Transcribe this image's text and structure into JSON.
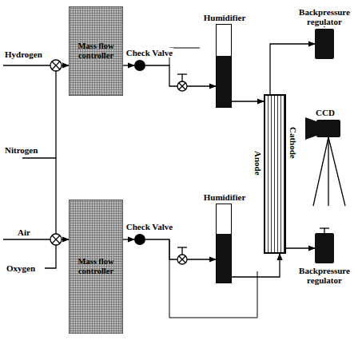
{
  "diagram": {
    "nodes": [
      {
        "text": [
          "Mass flow controller"
        ]
      },
      {
        "text": [
          "Check Valve"
        ]
      },
      {
        "text": [
          "Humidifier"
        ]
      },
      {
        "text": [
          "Backpressure regulator"
        ]
      },
      {
        "text": [
          "Anode",
          "Cathode"
        ]
      },
      {
        "text": [
          "CCD"
        ]
      },
      {
        "text": [
          "Mass flow controller"
        ]
      },
      {
        "text": [
          "Check Valve"
        ]
      },
      {
        "text": [
          "Humidifier"
        ]
      },
      {
        "text": [
          "Backpressure regulator"
        ]
      }
    ],
    "edges": [
      {
        "from": 0,
        "to": 1,
        "arrow": "to"
      },
      {
        "from": 1,
        "to": 2,
        "arrow": "to"
      },
      {
        "from": 2,
        "to": 4,
        "arrow": "to"
      },
      {
        "from": 4,
        "to": 3,
        "arrow": "to"
      },
      {
        "from": 6,
        "to": 7,
        "arrow": "to"
      },
      {
        "from": 7,
        "to": 8,
        "arrow": "to"
      },
      {
        "from": 8,
        "to": 4,
        "arrow": "to"
      },
      {
        "from": 4,
        "to": 9,
        "arrow": "to"
      }
    ],
    "labels": [
      "Hydrogen",
      "Nitrogen",
      "Air",
      "Oxygen"
    ]
  }
}
